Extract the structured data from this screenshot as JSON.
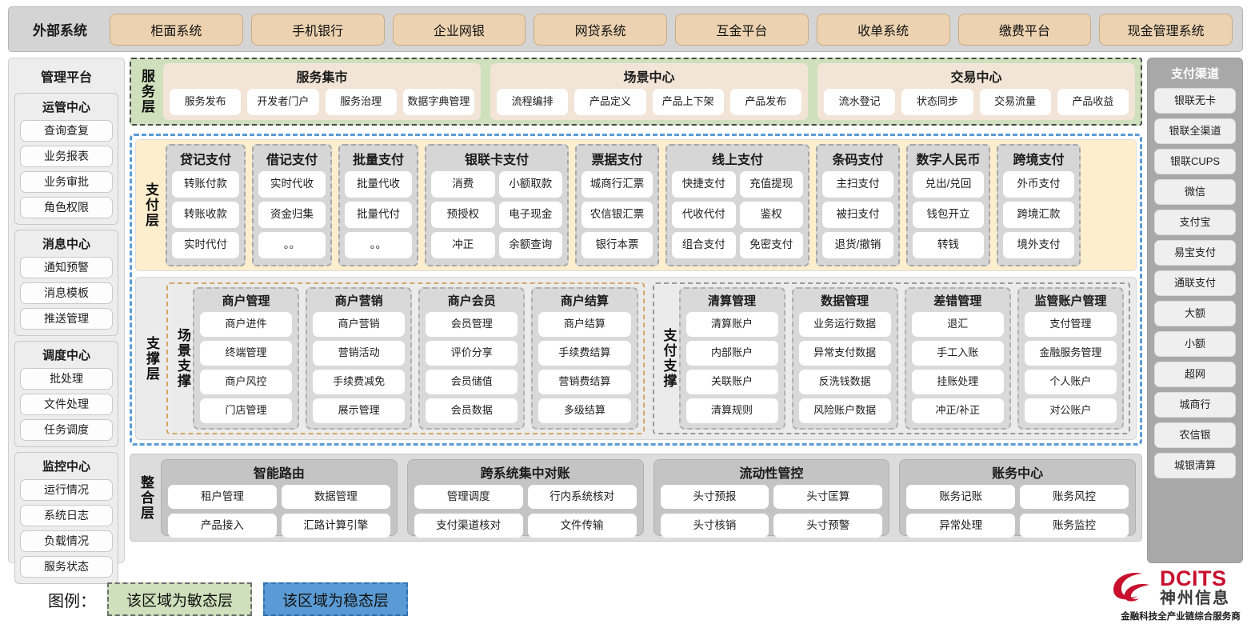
{
  "external": {
    "title": "外部系统",
    "items": [
      "柜面系统",
      "手机银行",
      "企业网银",
      "网贷系统",
      "互金平台",
      "收单系统",
      "缴费平台",
      "现金管理系统"
    ]
  },
  "management": {
    "title": "管理平台",
    "groups": [
      {
        "title": "运管中心",
        "items": [
          "查询查复",
          "业务报表",
          "业务审批",
          "角色权限"
        ]
      },
      {
        "title": "消息中心",
        "items": [
          "通知预警",
          "消息模板",
          "推送管理"
        ]
      },
      {
        "title": "调度中心",
        "items": [
          "批处理",
          "文件处理",
          "任务调度"
        ]
      },
      {
        "title": "监控中心",
        "items": [
          "运行情况",
          "系统日志",
          "负载情况",
          "服务状态"
        ]
      }
    ]
  },
  "channels": {
    "title": "支付渠道",
    "items": [
      "银联无卡",
      "银联全渠道",
      "银联CUPS",
      "微信",
      "支付宝",
      "易宝支付",
      "通联支付",
      "大额",
      "小额",
      "超网",
      "城商行",
      "农信银",
      "城银清算"
    ]
  },
  "service_layer": {
    "label": "服务层",
    "groups": [
      {
        "title": "服务集市",
        "items": [
          "服务发布",
          "开发者门户",
          "服务治理",
          "数据字典管理"
        ]
      },
      {
        "title": "场景中心",
        "items": [
          "流程编排",
          "产品定义",
          "产品上下架",
          "产品发布"
        ]
      },
      {
        "title": "交易中心",
        "items": [
          "流水登记",
          "状态同步",
          "交易流量",
          "产品收益"
        ]
      }
    ]
  },
  "pay_layer": {
    "label": "支付层",
    "groups": [
      {
        "title": "贷记支付",
        "cols": 1,
        "width": "g-w1",
        "items": [
          "转账付款",
          "转账收款",
          "实时代付"
        ]
      },
      {
        "title": "借记支付",
        "cols": 1,
        "width": "g-w1",
        "items": [
          "实时代收",
          "资金归集",
          "。。"
        ]
      },
      {
        "title": "批量支付",
        "cols": 1,
        "width": "g-w1",
        "items": [
          "批量代收",
          "批量代付",
          "。。"
        ]
      },
      {
        "title": "银联卡支付",
        "cols": 2,
        "width": "g-w2",
        "items": [
          "消费",
          "小额取款",
          "预授权",
          "电子现金",
          "冲正",
          "余额查询"
        ]
      },
      {
        "title": "票据支付",
        "cols": 1,
        "width": "g-w3",
        "items": [
          "城商行汇票",
          "农信银汇票",
          "银行本票"
        ]
      },
      {
        "title": "线上支付",
        "cols": 2,
        "width": "g-w2",
        "items": [
          "快捷支付",
          "充值提现",
          "代收代付",
          "鉴权",
          "组合支付",
          "免密支付"
        ]
      },
      {
        "title": "条码支付",
        "cols": 1,
        "width": "g-w3",
        "items": [
          "主扫支付",
          "被扫支付",
          "退货/撤销"
        ]
      },
      {
        "title": "数字人民币",
        "cols": 1,
        "width": "g-w3",
        "items": [
          "兑出/兑回",
          "钱包开立",
          "转钱"
        ]
      },
      {
        "title": "跨境支付",
        "cols": 1,
        "width": "g-w3",
        "items": [
          "外币支付",
          "跨境汇款",
          "境外支付"
        ]
      }
    ]
  },
  "support_layer": {
    "label": "支撑层",
    "blocks": [
      {
        "label": "场景支撑",
        "style": "scene",
        "columns": [
          {
            "title": "商户管理",
            "items": [
              "商户进件",
              "终端管理",
              "商户风控",
              "门店管理"
            ]
          },
          {
            "title": "商户营销",
            "items": [
              "商户营销",
              "营销活动",
              "手续费减免",
              "展示管理"
            ]
          },
          {
            "title": "商户会员",
            "items": [
              "会员管理",
              "评价分享",
              "会员储值",
              "会员数据"
            ]
          },
          {
            "title": "商户结算",
            "items": [
              "商户结算",
              "手续费结算",
              "营销费结算",
              "多级结算"
            ]
          }
        ]
      },
      {
        "label": "支付支撑",
        "style": "paysup",
        "columns": [
          {
            "title": "清算管理",
            "items": [
              "清算账户",
              "内部账户",
              "关联账户",
              "清算规则"
            ]
          },
          {
            "title": "数据管理",
            "items": [
              "业务运行数据",
              "异常支付数据",
              "反洗钱数据",
              "风险账户数据"
            ]
          },
          {
            "title": "差错管理",
            "items": [
              "退汇",
              "手工入账",
              "挂账处理",
              "冲正/补正"
            ]
          },
          {
            "title": "监管账户管理",
            "items": [
              "支付管理",
              "金融服务管理",
              "个人账户",
              "对公账户"
            ]
          }
        ]
      }
    ]
  },
  "integration_layer": {
    "label": "整合层",
    "groups": [
      {
        "title": "智能路由",
        "items": [
          "租户管理",
          "数据管理",
          "产品接入",
          "汇路计算引擎"
        ]
      },
      {
        "title": "跨系统集中对账",
        "items": [
          "管理调度",
          "行内系统核对",
          "支付渠道核对",
          "文件传输"
        ]
      },
      {
        "title": "流动性管控",
        "items": [
          "头寸预报",
          "头寸匡算",
          "头寸核销",
          "头寸预警"
        ]
      },
      {
        "title": "账务中心",
        "items": [
          "账务记账",
          "账务风控",
          "异常处理",
          "账务监控"
        ]
      }
    ]
  },
  "legend": {
    "label": "图例：",
    "agile": "该区域为敏态层",
    "stable": "该区域为稳态层",
    "agile_color": "#cfe0bc",
    "stable_color": "#5b9bd5"
  },
  "logo": {
    "name": "DCITS",
    "cn": "神州信息",
    "tagline": "金融科技全产业链综合服务商",
    "color": "#c8102e"
  }
}
